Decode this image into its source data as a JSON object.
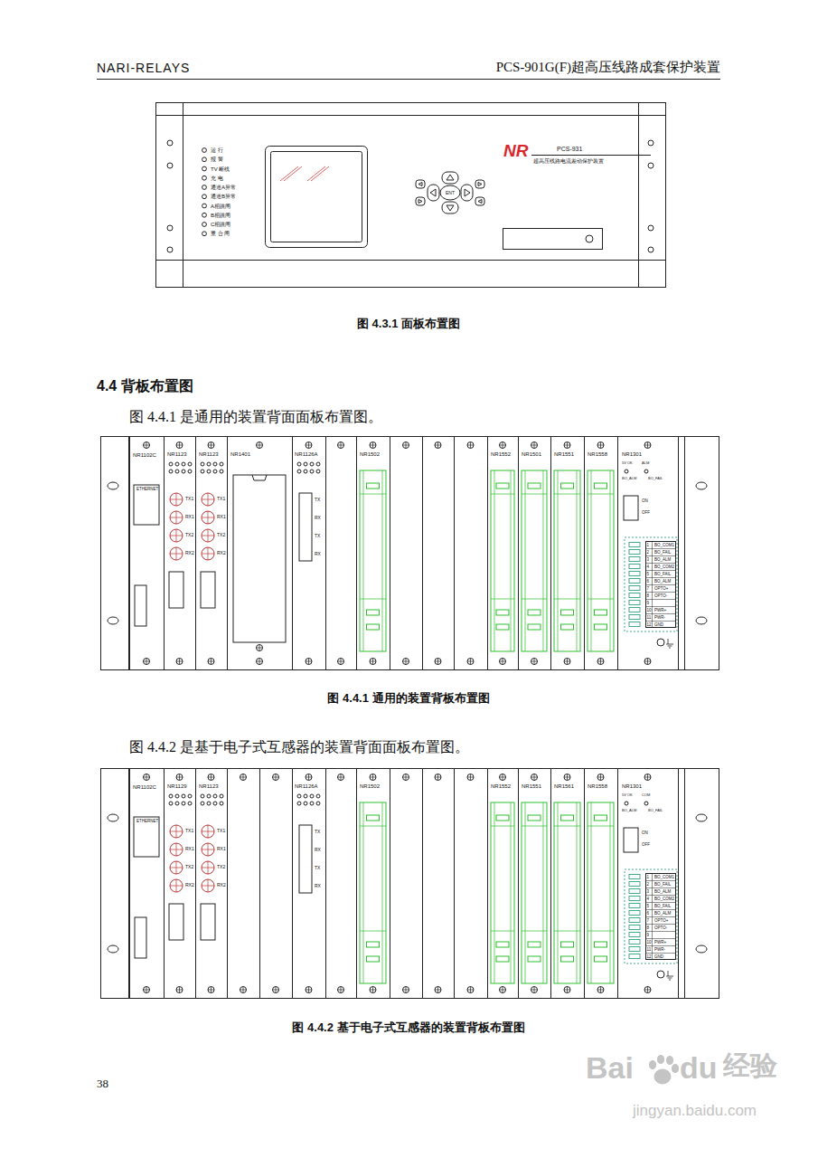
{
  "diagram": {
    "nodes": [
      {
        "text": [
          "NR1102C",
          "ETHERNET"
        ]
      },
      {
        "text": [
          "NR1123",
          "TX1",
          "RX1",
          "TX2",
          "RX2"
        ]
      },
      {
        "text": [
          "NR1123",
          "TX1",
          "RX1",
          "TX2",
          "RX2"
        ]
      },
      {
        "text": [
          "NR1401"
        ]
      },
      {
        "text": [
          "NR1126A",
          "TX",
          "RX",
          "TX",
          "RX"
        ]
      },
      {
        "text": [
          "NR1502"
        ]
      },
      {
        "text": [
          "NR1552"
        ]
      },
      {
        "text": [
          "NR1501"
        ]
      },
      {
        "text": [
          "NR1551"
        ]
      },
      {
        "text": [
          "NR1558"
        ]
      },
      {
        "text": [
          "NR1301",
          "5V OK",
          "ALM",
          "BO_ALM",
          "BO_FAIL",
          "ON",
          "OFF"
        ]
      },
      {
        "text": [
          "1",
          "BO_COM1",
          "2",
          "BO_FAIL",
          "3",
          "BO_ALM",
          "4",
          "BO_COM2",
          "5",
          "BO_FAIL",
          "6",
          "BO_ALM",
          "7",
          "OPTO+",
          "8",
          "OPTO-",
          "9",
          "10",
          "PWR+",
          "11",
          "PWR-",
          "12",
          "GND"
        ],
        "in": 10
      },
      {
        "text": [
          "NR1102C",
          "ETHERNET"
        ]
      },
      {
        "text": [
          "NR1129",
          "TX1",
          "RX1",
          "TX2",
          "RX2"
        ]
      },
      {
        "text": [
          "NR1123",
          "TX1",
          "RX1",
          "TX2",
          "RX2"
        ]
      },
      {
        "text": [
          "NR1126A",
          "TX",
          "RX",
          "TX",
          "RX"
        ]
      },
      {
        "text": [
          "NR1502"
        ]
      },
      {
        "text": [
          "NR1552"
        ]
      },
      {
        "text": [
          "NR1551"
        ]
      },
      {
        "text": [
          "NR1561"
        ]
      },
      {
        "text": [
          "NR1558"
        ]
      },
      {
        "text": [
          "NR1301",
          "5V OK",
          "COM",
          "BO_ALM",
          "BO_FAIL",
          "ON",
          "OFF"
        ]
      },
      {
        "text": [
          "1",
          "BO_COM1",
          "2",
          "BO_FAIL",
          "3",
          "BO_ALM",
          "4",
          "BO_COM2",
          "5",
          "BO_FAIL",
          "6",
          "BO_ALM",
          "7",
          "OPTO+",
          "8",
          "OPTO-",
          "9",
          "10",
          "PWR+",
          "11",
          "PWR-",
          "12",
          "GND"
        ],
        "in": 21
      }
    ],
    "labels": [
      "NARI-RELAYS",
      "PCS-901G(F)超高压线路成套保护装置",
      "运 行",
      "报 警",
      "TV 断线",
      "充 电",
      "通道A异常",
      "通道B异常",
      "A相跳闸",
      "B相跳闸",
      "C相跳闸",
      "重 合 闸",
      "NR",
      "PCS-931",
      "超高压线路电流差动保护装置",
      "ENT",
      "图 4.3.1 面板布置图",
      "4.4 背板布置图",
      "图 4.4.1 是通用的装置背面面板布置图。",
      "图 4.4.1 通用的装置背板布置图",
      "图 4.4.2 是基于电子式互感器的装置背面面板布置图。",
      "图 4.4.2 基于电子式互感器的装置背板布置图",
      "38",
      "Bai",
      "du",
      "经验",
      "jingyan.baidu.com"
    ]
  }
}
